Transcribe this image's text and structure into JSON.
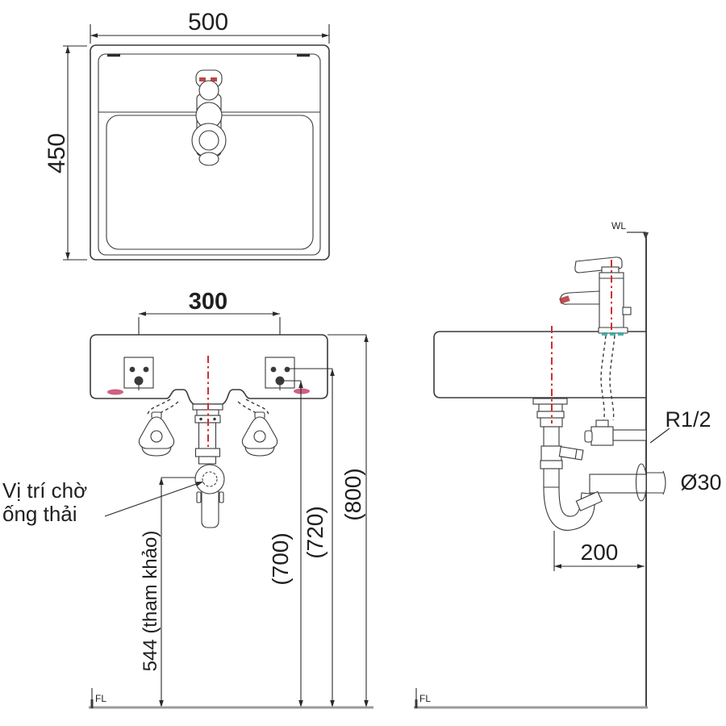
{
  "colors": {
    "line": "#3a3a3a",
    "dimension_text": "#1f1f1f",
    "centerline_red": "#cc2f2f",
    "floor_gray": "#9b9b9b",
    "accent_pink": "#c8446b",
    "accent_teal": "#2fa39a",
    "background": "#ffffff"
  },
  "top_view": {
    "dim_width": "500",
    "dim_depth": "450"
  },
  "front_view": {
    "dim_hole_spacing": "300",
    "dim_drain_height": "544 (tham khảo)",
    "dim_700": "(700)",
    "dim_720": "(720)",
    "dim_800": "(800)",
    "note_line1": "Vị trí chờ",
    "note_line2": "ống thải",
    "floor_label": "FL"
  },
  "side_view": {
    "wall_label": "WL",
    "floor_label": "FL",
    "valve_thread_label": "R1/2",
    "drain_diameter_label": "Ø30",
    "dim_wall_offset": "200"
  }
}
